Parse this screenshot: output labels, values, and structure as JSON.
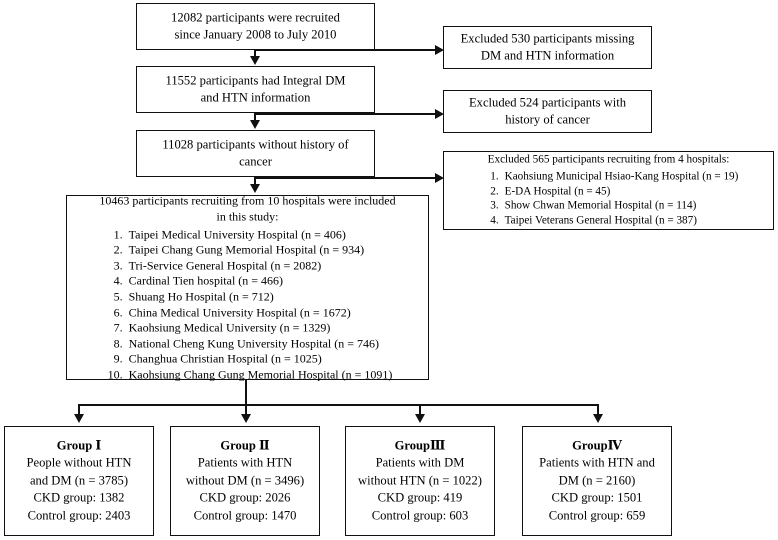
{
  "figure": {
    "type": "flowchart",
    "title": "Study participant enrollment flow diagram"
  },
  "flow_boxes": {
    "recruited": {
      "line1": "12082 participants were recruited",
      "line2": "since January 2008 to July 2010"
    },
    "integral_info": {
      "line1": "11552 participants had Integral DM",
      "line2": "and HTN information"
    },
    "no_cancer": {
      "line1": "11028 participants without history of",
      "line2": "cancer"
    },
    "included": {
      "line1": "10463 participants recruiting from 10 hospitals were included",
      "line2": "in this study:",
      "hospitals": [
        {
          "num": "1.",
          "name": "Taipei Medical University Hospital (n = 406)"
        },
        {
          "num": "2.",
          "name": "Taipei Chang Gung Memorial Hospital (n = 934)"
        },
        {
          "num": "3.",
          "name": "Tri-Service General Hospital (n = 2082)"
        },
        {
          "num": "4.",
          "name": "Cardinal Tien hospital (n = 466)"
        },
        {
          "num": "5.",
          "name": "Shuang Ho Hospital (n = 712)"
        },
        {
          "num": "6.",
          "name": "China Medical University Hospital (n = 1672)"
        },
        {
          "num": "7.",
          "name": "Kaohsiung Medical University (n = 1329)"
        },
        {
          "num": "8.",
          "name": "National Cheng Kung University Hospital (n = 746)"
        },
        {
          "num": "9.",
          "name": "Changhua Christian Hospital (n = 1025)"
        },
        {
          "num": "10.",
          "name": "Kaohsiung Chang Gung Memorial Hospital (n = 1091)"
        }
      ]
    }
  },
  "exclusion_boxes": {
    "missing_info": {
      "line1": "Excluded 530 participants missing",
      "line2": "DM and HTN information"
    },
    "cancer_history": {
      "line1": "Excluded 524 participants with",
      "line2": "history of cancer"
    },
    "four_hospitals": {
      "line1": "Excluded 565 participants recruiting from 4 hospitals:",
      "hospitals": [
        {
          "num": "1.",
          "name": "Kaohsiung Municipal Hsiao-Kang Hospital (n = 19)"
        },
        {
          "num": "2.",
          "name": "E-DA Hospital (n = 45)"
        },
        {
          "num": "3.",
          "name": "Show Chwan Memorial Hospital (n = 114)"
        },
        {
          "num": "4.",
          "name": "Taipei Veterans General Hospital (n = 387)"
        }
      ]
    }
  },
  "groups": [
    {
      "title": "Group Ⅰ",
      "desc1": "People without HTN",
      "desc2": "and DM (n = 3785)",
      "ckd": "CKD group: 1382",
      "control": "Control group: 2403"
    },
    {
      "title": "Group Ⅱ",
      "desc1": "Patients with HTN",
      "desc2": "without DM (n = 3496)",
      "ckd": "CKD group: 2026",
      "control": "Control group: 1470"
    },
    {
      "title": "GroupⅢ",
      "desc1": "Patients with DM",
      "desc2": "without HTN (n = 1022)",
      "ckd": "CKD group: 419",
      "control": "Control group: 603"
    },
    {
      "title": "GroupⅣ",
      "desc1": "Patients with HTN and",
      "desc2": "DM (n = 2160)",
      "ckd": "CKD group: 1501",
      "control": "Control group: 659"
    }
  ],
  "colors": {
    "stroke": "#111111",
    "background": "#ffffff",
    "text": "#000000"
  }
}
